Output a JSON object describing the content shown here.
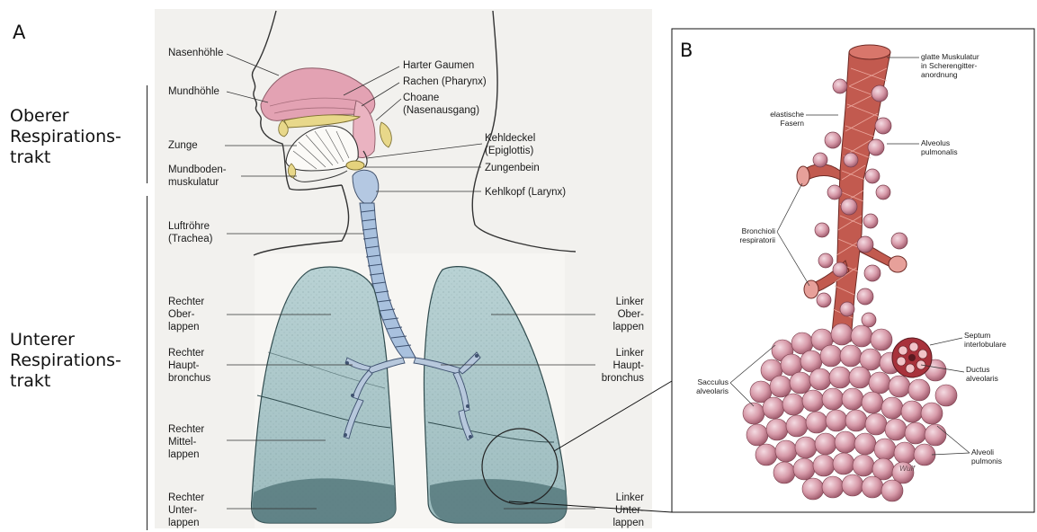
{
  "panels": {
    "a": "A",
    "b": "B"
  },
  "regions": {
    "upper": "Oberer\nRespirations-\ntrakt",
    "lower": "Unterer\nRespirations-\ntrakt"
  },
  "labels_a_left": {
    "nasal_cavity": "Nasenhöhle",
    "oral_cavity": "Mundhöhle",
    "tongue": "Zunge",
    "floor_muscles": "Mundboden-\nmuskulatur",
    "trachea": "Luftröhre\n(Trachea)",
    "right_upper_lobe": "Rechter\nOber-\nlappen",
    "right_main_bronchus": "Rechter\nHaupt-\nbronchus",
    "right_middle_lobe": "Rechter\nMittel-\nlappen",
    "right_lower_lobe": "Rechter\nUnter-\nlappen"
  },
  "labels_a_right": {
    "hard_palate": "Harter Gaumen",
    "pharynx": "Rachen (Pharynx)",
    "choana": "Choane\n(Nasenausgang)",
    "epiglottis": "Kehldeckel\n(Epiglottis)",
    "hyoid": "Zungenbein",
    "larynx": "Kehlkopf (Larynx)",
    "left_upper_lobe": "Linker\nOber-\nlappen",
    "left_main_bronchus": "Linker\nHaupt-\nbronchus",
    "left_lower_lobe": "Linker\nUnter-\nlappen"
  },
  "labels_b": {
    "smooth_muscle": "glatte Muskulatur\nin Scherengitter-\nanordnung",
    "elastic_fibers": "elastische\nFasern",
    "alveolus": "Alveolus\npulmonalis",
    "bronchioles": "Bronchioli\nrespiratorii",
    "septum": "Septum\ninterlobulare",
    "sacculus": "Sacculus\nalveolaris",
    "ductus": "Ductus\nalveolaris",
    "alveoli": "Alveoli\npulmonis",
    "signature": "Wulf"
  },
  "colors": {
    "lung": "#a9c6c9",
    "lung_dark": "#5f7f83",
    "trachea": "#a7bfdc",
    "nasal": "#e4a4b5",
    "bronchiole": "#c9594f",
    "alveolus": "#cf93a2",
    "background_a": "#f3f1ee"
  }
}
